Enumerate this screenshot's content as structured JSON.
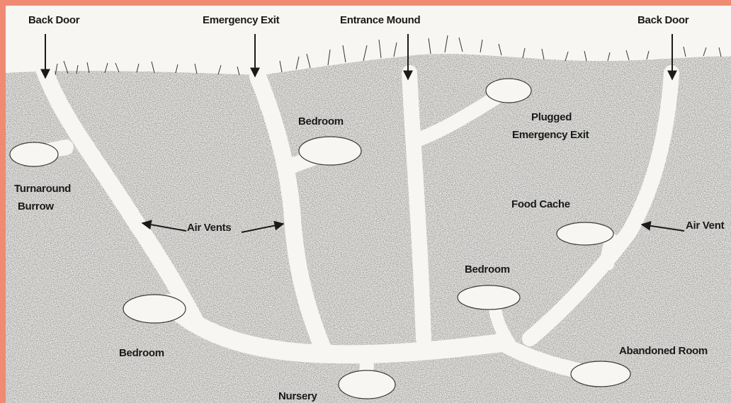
{
  "labels": {
    "back_door_left": "Back Door",
    "emergency_exit": "Emergency Exit",
    "entrance_mound": "Entrance Mound",
    "back_door_right": "Back Door",
    "bedroom_upper": "Bedroom",
    "plugged_emergency_exit_line1": "Plugged",
    "plugged_emergency_exit_line2": "Emergency Exit",
    "turnaround_burrow_line1": "Turnaround",
    "turnaround_burrow_line2": "Burrow",
    "air_vents": "Air Vents",
    "food_cache": "Food Cache",
    "air_vent_right": "Air Vent",
    "bedroom_right": "Bedroom",
    "bedroom_left": "Bedroom",
    "abandoned_room": "Abandoned Room",
    "nursery": "Nursery"
  },
  "colors": {
    "border": "#f08a72",
    "paper": "#f7f6f2",
    "ink": "#1a1a1a",
    "soil": "#6e6e6e"
  }
}
